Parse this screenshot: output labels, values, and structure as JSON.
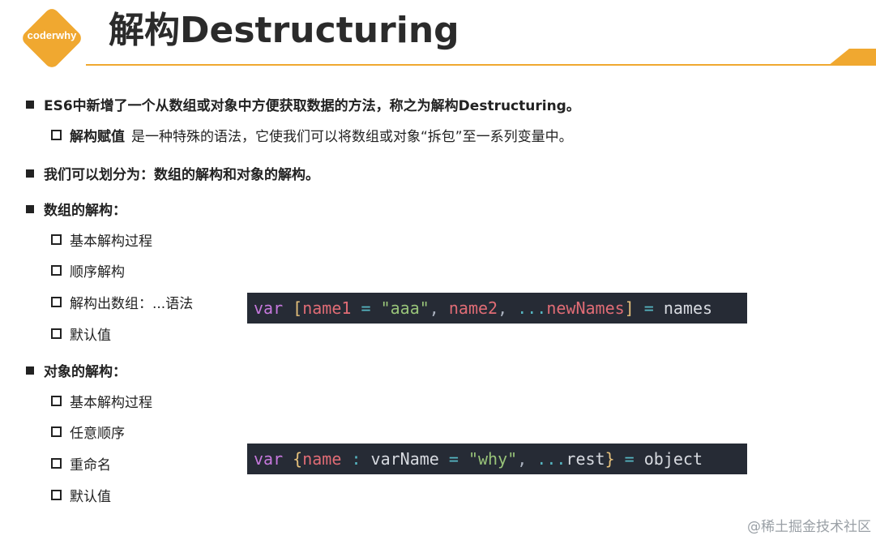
{
  "header": {
    "logo_text": "coderwhy",
    "title": "解构Destructuring"
  },
  "colors": {
    "accent": "#f0a830",
    "code_bg": "#262b35"
  },
  "content": {
    "b1": "ES6中新增了一个从数组或对象中方便获取数据的方法，称之为解构Destructuring。",
    "b1_sub_strong": "解构赋值",
    "b1_sub_text": "是一种特殊的语法，它使我们可以将数组或对象“拆包”至一系列变量中。",
    "b2": "我们可以划分为：数组的解构和对象的解构。",
    "b3": "数组的解构：",
    "b3_items": [
      "基本解构过程",
      "顺序解构",
      "解构出数组：...语法",
      "默认值"
    ],
    "b4": "对象的解构：",
    "b4_items": [
      "基本解构过程",
      "任意顺序",
      "重命名",
      "默认值"
    ]
  },
  "code1": {
    "kw": "var",
    "open": "[",
    "v1": "name1",
    "eq1": "=",
    "str": "\"aaa\"",
    "comma1": ",",
    "v2": "name2",
    "comma2": ",",
    "spread": "...",
    "v3": "newNames",
    "close": "]",
    "eq2": "=",
    "rhs": "names"
  },
  "code2": {
    "kw": "var",
    "open": "{",
    "v1": "name",
    "colon": ":",
    "v2": "varName",
    "eq1": "=",
    "str": "\"why\"",
    "comma": ",",
    "spread": "...",
    "v3": "rest",
    "close": "}",
    "eq2": "=",
    "rhs": "object"
  },
  "watermark": "@稀土掘金技术社区"
}
